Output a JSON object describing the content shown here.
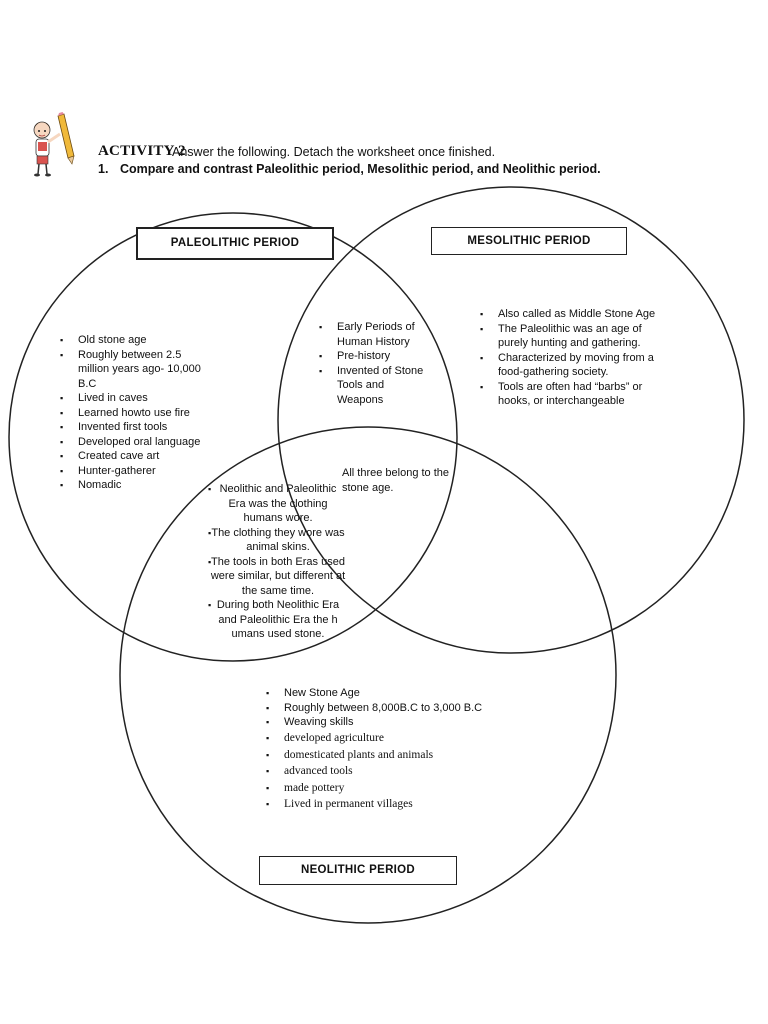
{
  "header": {
    "activity_title": "ACTIVITY 2",
    "instruction": "Answer the following. Detach the worksheet once finished.",
    "question_number": "1.",
    "question_text": "Compare and contrast Paleolithic period, Mesolithic period, and Neolithic period."
  },
  "labels": {
    "paleolithic": "PALEOLITHIC PERIOD",
    "mesolithic": "MESOLITHIC PERIOD",
    "neolithic": "NEOLITHIC PERIOD"
  },
  "paleolithic_items": [
    "Old stone age",
    "Roughly between 2.5 million years ago- 10,000 B.C",
    "Lived in caves",
    "Learned howto use fire",
    "Invented first tools",
    "Developed oral language",
    "Created cave art",
    "Hunter-gatherer",
    "Nomadic"
  ],
  "mesolithic_items": [
    "Also called as Middle Stone Age",
    "The Paleolithic was an age of purely hunting and gathering.",
    "Characterized by moving from a food-gathering society.",
    "Tools are often had “barbs” or hooks, or interchangeable"
  ],
  "paleo_meso_items": [
    "Early Periods of Human History",
    "Pre-history",
    "Invented of Stone Tools and Weapons"
  ],
  "all_three_note": "All three belong to the stone age.",
  "paleo_neo_items": [
    "Neolithic and Paleolithic Era was the clothing humans wore.",
    "The clothing they wore was animal skins.",
    "The tools in both Eras used were similar, but different at the same time.",
    "During both Neolithic Era and Paleolithic Era the h umans used stone."
  ],
  "neolithic_items_sans": [
    "New Stone Age",
    "Roughly between 8,000B.C to 3,000 B.C",
    "Weaving skills"
  ],
  "neolithic_items_serif": [
    "developed agriculture",
    "domesticated plants and animals",
    "advanced tools",
    "made pottery",
    "Lived in permanent villages"
  ]
}
